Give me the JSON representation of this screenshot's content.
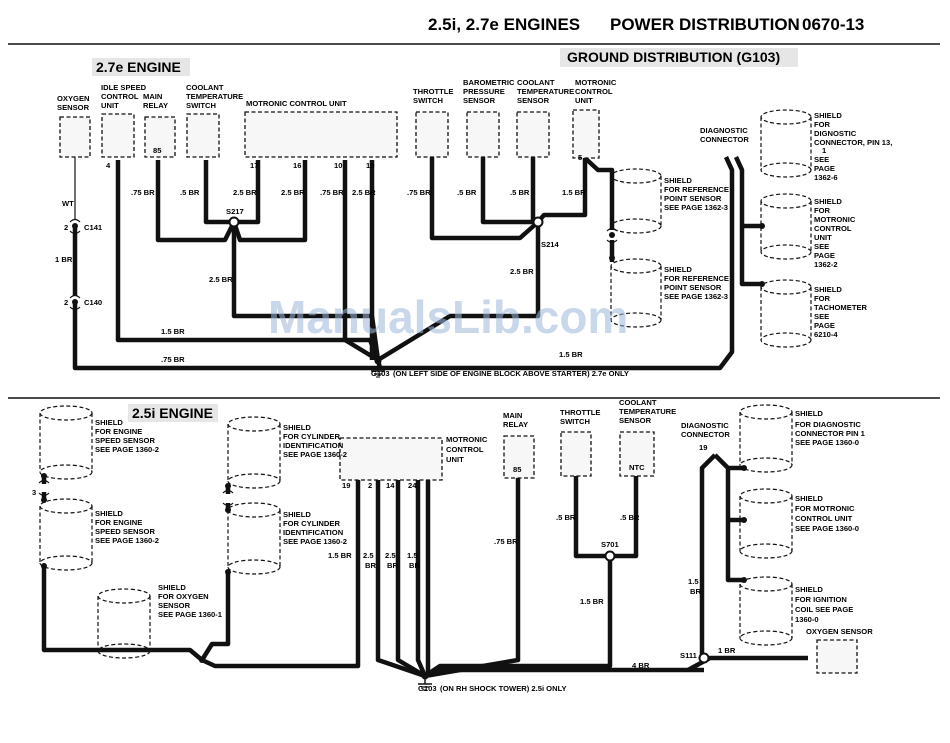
{
  "header": {
    "title": "2.5i, 2.7e ENGINES",
    "section": "POWER DISTRIBUTION",
    "page_number": "0670-13",
    "subtitle": "GROUND DISTRIBUTION (G103)"
  },
  "watermark": "ManualsLib.com",
  "top": {
    "section_title": "2.7e ENGINE",
    "components": {
      "oxygen_sensor": [
        "OXYGEN",
        "SENSOR"
      ],
      "idle_speed": [
        "IDLE SPEED",
        "CONTROL",
        "UNIT"
      ],
      "main_relay": [
        "MAIN",
        "RELAY"
      ],
      "coolant_temp_1": [
        "COOLANT",
        "TEMPERATURE",
        "SWITCH"
      ],
      "motronic_unit": [
        "MOTRONIC CONTROL UNIT"
      ],
      "throttle_switch": [
        "THROTTLE",
        "SWITCH"
      ],
      "barometric": [
        "BAROMETRIC",
        "PRESSURE",
        "SENSOR"
      ],
      "coolant_temp_2": [
        "COOLANT",
        "TEMPERATURE",
        "SENSOR"
      ],
      "motronic_control_2": [
        "MOTRONIC",
        "CONTROL",
        "UNIT"
      ],
      "diagnostic_connector": [
        "DIAGNOSTIC",
        "CONNECTOR"
      ]
    },
    "pins": {
      "idle_speed": "4",
      "main_relay": "85",
      "motronic": [
        "17",
        "16",
        "10",
        "19"
      ],
      "motronic_2": "5"
    },
    "shields": {
      "ref_1": [
        "SHIELD",
        "FOR REFERENCE",
        "POINT SENSOR",
        "SEE PAGE 1362-3"
      ],
      "ref_2": [
        "SHIELD",
        "FOR REFERENCE",
        "POINT SENSOR",
        "SEE PAGE 1362-3"
      ],
      "diag": [
        "SHIELD",
        "FOR",
        "DIGNOSTIC",
        "CONNECTOR, PIN 13,",
        "1",
        "SEE",
        "PAGE",
        "1362-6"
      ],
      "motronic": [
        "SHIELD",
        "FOR",
        "MOTRONIC",
        "CONTROL",
        "UNIT",
        "SEE",
        "PAGE",
        "1362-2"
      ],
      "tach": [
        "SHIELD",
        "FOR",
        "TACHOMETER",
        "SEE",
        "PAGE",
        "6210-4"
      ]
    },
    "wire_labels": {
      "wt": "WT",
      "c141": "C141",
      "c140": "C140",
      "br1": "1 BR",
      "idle": ".75 BR",
      "relay": ".5 BR",
      "m17": "2.5 BR",
      "m16": "2.5 BR",
      "m10": ".75 BR",
      "m19": "2.5 BR",
      "s217_down": "2.5 BR",
      "throttle": ".75 BR",
      "baro": ".5 BR",
      "coolant": ".5 BR",
      "motr2": "1.5 BR",
      "s214_down": "2.5 BR",
      "bottom_1": "1.5 BR",
      "bottom_2": ".75 BR",
      "bottom_3": "1.5 BR",
      "c2a": "2",
      "c2b": "2"
    },
    "splices": {
      "s217": "S217",
      "s214": "S214"
    },
    "ground": {
      "id": "G103",
      "text": "(ON LEFT SIDE OF ENGINE BLOCK ABOVE STARTER) 2.7e ONLY"
    }
  },
  "bottom": {
    "section_title": "2.5i ENGINE",
    "components": {
      "motronic_unit": [
        "MOTRONIC",
        "CONTROL",
        "UNIT"
      ],
      "main_relay": [
        "MAIN",
        "RELAY"
      ],
      "throttle_switch": [
        "THROTTLE",
        "SWITCH"
      ],
      "coolant_sensor": [
        "COOLANT",
        "TEMPERATURE",
        "SENSOR"
      ],
      "diagnostic_connector": [
        "DIAGNOSTIC",
        "CONNECTOR"
      ],
      "oxygen_sensor": [
        "OXYGEN SENSOR"
      ]
    },
    "pins": {
      "motronic": [
        "19",
        "2",
        "14",
        "24"
      ],
      "main_relay": "85",
      "coolant": "NTC",
      "diag": "19"
    },
    "shields": {
      "speed_1": [
        "SHIELD",
        "FOR ENGINE",
        "SPEED SENSOR",
        "SEE PAGE 1360-2"
      ],
      "speed_2": [
        "SHIELD",
        "FOR ENGINE",
        "SPEED SENSOR",
        "SEE PAGE 1360-2"
      ],
      "cyl_1": [
        "SHIELD",
        "FOR CYLINDER",
        "IDENTIFICATION",
        "SEE PAGE 1360-2"
      ],
      "cyl_2": [
        "SHIELD",
        "FOR CYLINDER",
        "IDENTIFICATION",
        "SEE PAGE 1360-2"
      ],
      "oxy": [
        "SHIELD",
        "FOR OXYGEN",
        "SENSOR",
        "SEE PAGE 1360-1"
      ],
      "diag": [
        "SHIELD",
        "FOR DIAGNOSTIC",
        "CONNECTOR PIN 1",
        "SEE PAGE 1360-0"
      ],
      "motronic": [
        "SHIELD",
        "FOR MOTRONIC",
        "CONTROL UNIT",
        "SEE PAGE 1360-0"
      ],
      "ignition": [
        "SHIELD",
        "FOR IGNITION",
        "COIL SEE PAGE",
        "1360-0"
      ]
    },
    "wire_labels": {
      "three": "3",
      "m19": "1.5 BR",
      "m2": [
        "2.5",
        "BR"
      ],
      "m14": [
        "2.5",
        "BR"
      ],
      "m24": [
        "1.5",
        "BR"
      ],
      "relay": ".75 BR",
      "throttle": ".5 BR",
      "coolant": ".5 BR",
      "s701_down": "1.5 BR",
      "diag_down": [
        "1.5",
        "BR"
      ],
      "oxy": "1 BR",
      "ground_wire": "4 BR"
    },
    "splices": {
      "s701": "S701",
      "s111": "S111"
    },
    "ground": {
      "id": "G103",
      "text": "(ON RH SHOCK TOWER) 2.5i ONLY"
    }
  }
}
